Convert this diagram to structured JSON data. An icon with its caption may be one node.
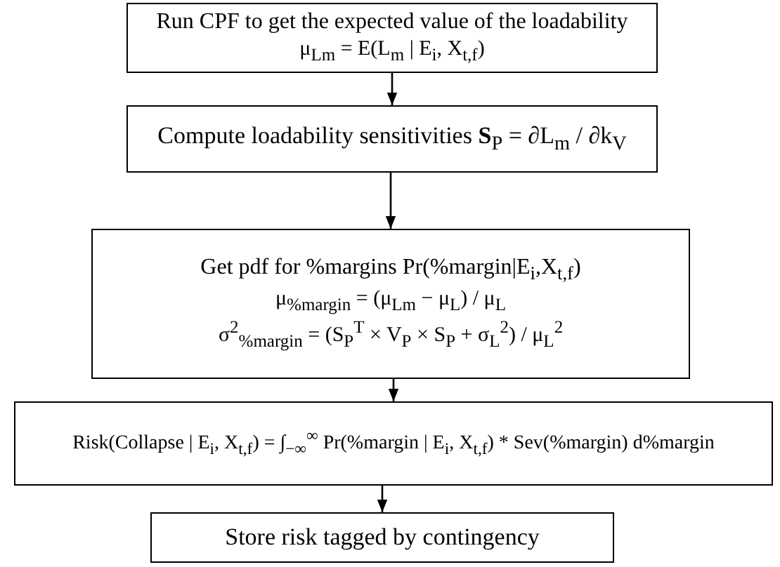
{
  "diagram": {
    "nodes": [
      {
        "text": [
          "Run CPF to get the expected value of the loadability",
          "μ$_{Lm}$ = E(L$_{m}$ | E$_{i}$, X$_{t,f}$)"
        ]
      },
      {
        "text": [
          "Compute loadability sensitivities **S**$_{P}$ = ∂L$_{m}$ / ∂k$_{V}$"
        ]
      },
      {
        "text": [
          "Get pdf for %margins Pr(%margin|E$_{i}$,X$_{t,f}$)",
          "μ$_{%margin}$ = (μ$_{Lm}$ − μ$_{L}$) / μ$_{L}$",
          "σ$^{2}$$_{%margin}$ = (S$_{P}$$^{T}$ × V$_{P}$ × S$_{P}$ + σ$_{L}$$^{2}$) / μ$_{L}$$^{2}$"
        ]
      },
      {
        "text": [
          "Risk(Collapse | E$_{i}$, X$_{t,f}$) = ∫$_{−∞}$$^{∞}$ Pr(%margin | E$_{i}$, X$_{t,f}$) * Sev(%margin) d%margin"
        ]
      },
      {
        "text": [
          "Store risk tagged by contingency"
        ]
      }
    ],
    "edges": [
      {
        "from": 0,
        "to": 1,
        "arrow": "to"
      },
      {
        "from": 1,
        "to": 2,
        "arrow": "to"
      },
      {
        "from": 2,
        "to": 3,
        "arrow": "to"
      },
      {
        "from": 3,
        "to": 4,
        "arrow": "to"
      }
    ]
  }
}
